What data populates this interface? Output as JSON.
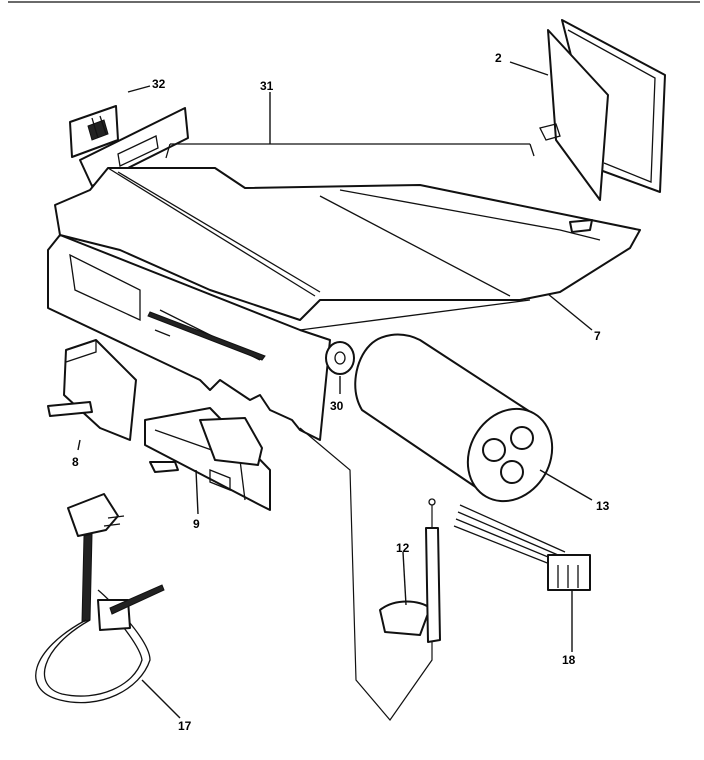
{
  "labels": {
    "p2": "2",
    "p7": "7",
    "p8": "8",
    "p9": "9",
    "p12": "12",
    "p13": "13",
    "p17": "17",
    "p18": "18",
    "p30": "30",
    "p31": "31",
    "p32": "32"
  }
}
